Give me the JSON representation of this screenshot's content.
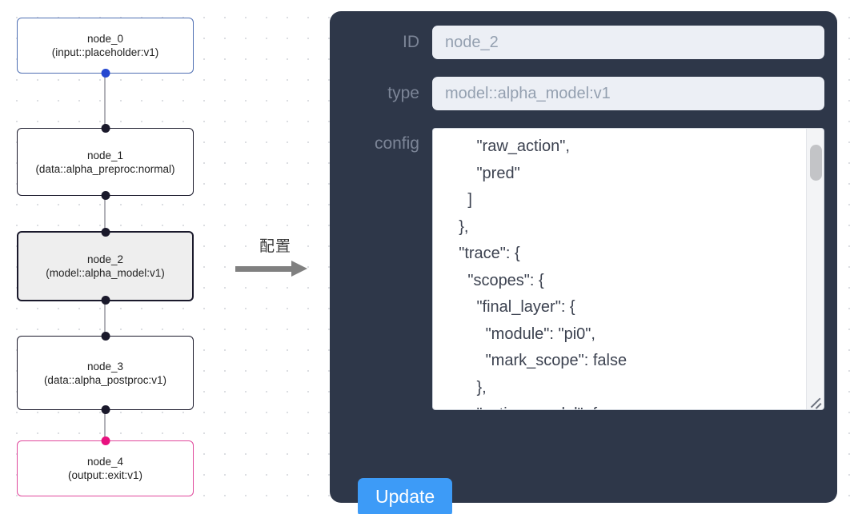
{
  "graph": {
    "nodes": [
      {
        "id": "node_0",
        "title": "node_0",
        "subtitle": "(input::placeholder:v1)",
        "kind": "input",
        "selected": false
      },
      {
        "id": "node_1",
        "title": "node_1",
        "subtitle": "(data::alpha_preproc:normal)",
        "kind": "default",
        "selected": false
      },
      {
        "id": "node_2",
        "title": "node_2",
        "subtitle": "(model::alpha_model:v1)",
        "kind": "default",
        "selected": true
      },
      {
        "id": "node_3",
        "title": "node_3",
        "subtitle": "(data::alpha_postproc:v1)",
        "kind": "default",
        "selected": false
      },
      {
        "id": "node_4",
        "title": "node_4",
        "subtitle": "(output::exit:v1)",
        "kind": "output",
        "selected": false
      }
    ],
    "colors": {
      "input_border": "#4f6fb3",
      "output_border": "#e0489c",
      "default_border": "#1a192b",
      "selected_fill": "#eeeeee",
      "edge": "#b1b1b7",
      "handle": "#1a192b",
      "handle_input": "#2547d0",
      "handle_output": "#e8117f"
    }
  },
  "annotation": {
    "label": "配置",
    "arrow": "right-arrow"
  },
  "panel": {
    "background": "#2e3749",
    "fields": [
      {
        "label": "ID",
        "value": "node_2"
      },
      {
        "label": "type",
        "value": "model::alpha_model:v1"
      }
    ],
    "config": {
      "label": "config",
      "value": "        \"raw_action\",\n        \"pred\"\n      ]\n    },\n    \"trace\": {\n      \"scopes\": {\n        \"final_layer\": {\n          \"module\": \"pi0\",\n          \"mark_scope\": false\n        },\n        \"action_model\": {",
      "scrollbar": "vertical-scrollbar",
      "resize_handle": "resize-grip"
    },
    "update_label": "Update",
    "update_color": "#3d9bf7"
  }
}
